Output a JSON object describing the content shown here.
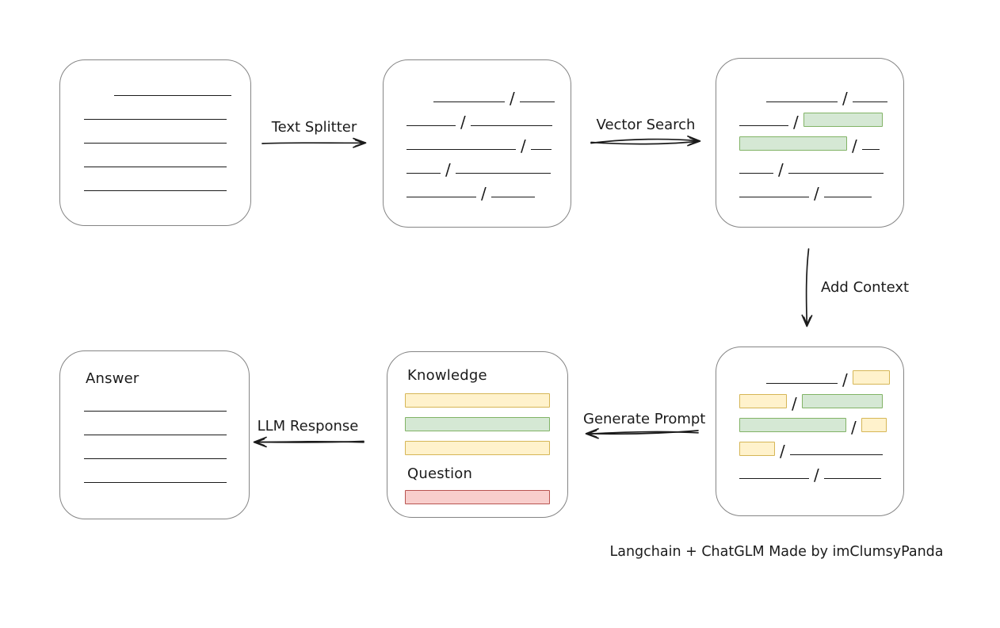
{
  "caption": "Langchain + ChatGLM Made by imClumsyPanda",
  "colors": {
    "ink": "#1b1b1b",
    "node_border": "#858585",
    "green_fill": "#d5e8d4",
    "green_border": "#82b366",
    "yellow_fill": "#fff2cc",
    "yellow_border": "#d6b656",
    "red_fill": "#f8cecc",
    "red_border": "#b85450"
  },
  "arrows": {
    "text_splitter": {
      "label": "Text Splitter",
      "direction": "right"
    },
    "vector_search": {
      "label": "Vector Search",
      "direction": "right"
    },
    "add_context": {
      "label": "Add Context",
      "direction": "down"
    },
    "generate_prompt": {
      "label": "Generate Prompt",
      "direction": "left"
    },
    "llm_response": {
      "label": "LLM Response",
      "direction": "left"
    }
  },
  "nodes": {
    "document": {
      "rows": [
        [
          {
            "t": "indent",
            "w": 32
          },
          {
            "t": "line",
            "w": 148
          }
        ],
        [
          {
            "t": "line",
            "w": 180
          }
        ],
        [
          {
            "t": "line",
            "w": 180
          }
        ],
        [
          {
            "t": "line",
            "w": 180
          }
        ],
        [
          {
            "t": "line",
            "w": 180
          }
        ]
      ]
    },
    "split_text": {
      "rows": [
        [
          {
            "t": "indent",
            "w": 28
          },
          {
            "t": "line",
            "w": 90
          },
          {
            "t": "slash"
          },
          {
            "t": "line",
            "w": 44
          }
        ],
        [
          {
            "t": "line",
            "w": 62
          },
          {
            "t": "slash"
          },
          {
            "t": "line",
            "w": 103
          }
        ],
        [
          {
            "t": "line",
            "w": 138
          },
          {
            "t": "slash"
          },
          {
            "t": "line",
            "w": 26
          }
        ],
        [
          {
            "t": "line",
            "w": 43
          },
          {
            "t": "slash"
          },
          {
            "t": "line",
            "w": 120
          }
        ],
        [
          {
            "t": "line",
            "w": 88
          },
          {
            "t": "slash"
          },
          {
            "t": "line",
            "w": 55
          }
        ]
      ]
    },
    "vector_result": {
      "rows": [
        [
          {
            "t": "indent",
            "w": 28
          },
          {
            "t": "line",
            "w": 90
          },
          {
            "t": "slash"
          },
          {
            "t": "line",
            "w": 44
          }
        ],
        [
          {
            "t": "line",
            "w": 62
          },
          {
            "t": "slash"
          },
          {
            "t": "green",
            "w": 100
          }
        ],
        [
          {
            "t": "green",
            "w": 136
          },
          {
            "t": "slash"
          },
          {
            "t": "line",
            "w": 22
          }
        ],
        [
          {
            "t": "line",
            "w": 43
          },
          {
            "t": "slash"
          },
          {
            "t": "line",
            "w": 120
          }
        ],
        [
          {
            "t": "line",
            "w": 88
          },
          {
            "t": "slash"
          },
          {
            "t": "line",
            "w": 60
          }
        ]
      ]
    },
    "context": {
      "rows": [
        [
          {
            "t": "indent",
            "w": 28
          },
          {
            "t": "line",
            "w": 90
          },
          {
            "t": "slash"
          },
          {
            "t": "yellow",
            "w": 47
          }
        ],
        [
          {
            "t": "yellow",
            "w": 60
          },
          {
            "t": "slash"
          },
          {
            "t": "green",
            "w": 102
          }
        ],
        [
          {
            "t": "green",
            "w": 135
          },
          {
            "t": "slash"
          },
          {
            "t": "yellow",
            "w": 32
          }
        ],
        [
          {
            "t": "yellow",
            "w": 45
          },
          {
            "t": "slash"
          },
          {
            "t": "line",
            "w": 117
          }
        ],
        [
          {
            "t": "line",
            "w": 88
          },
          {
            "t": "slash"
          },
          {
            "t": "line",
            "w": 72
          }
        ]
      ]
    },
    "prompt": {
      "knowledge_label": "Knowledge",
      "question_label": "Question",
      "knowledge_bars": [
        {
          "color": "yellow",
          "w": 183
        },
        {
          "color": "green",
          "w": 183
        },
        {
          "color": "yellow",
          "w": 183
        }
      ],
      "question_bars": [
        {
          "color": "red",
          "w": 183
        }
      ]
    },
    "answer": {
      "label": "Answer",
      "rows": [
        [
          {
            "t": "line",
            "w": 180
          }
        ],
        [
          {
            "t": "line",
            "w": 180
          }
        ],
        [
          {
            "t": "line",
            "w": 180
          }
        ],
        [
          {
            "t": "line",
            "w": 180
          }
        ]
      ]
    }
  }
}
